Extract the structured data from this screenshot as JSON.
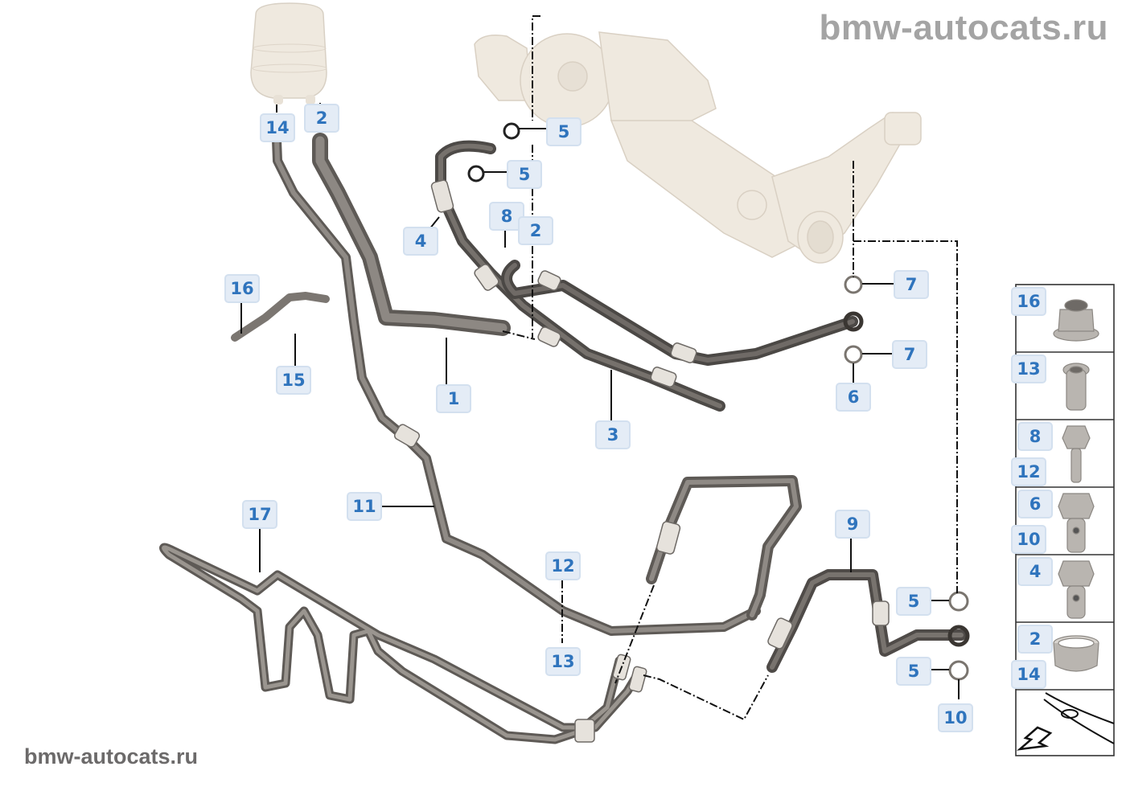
{
  "watermark": {
    "top": "bmw-autocats.ru",
    "bottom": "bmw-autocats.ru"
  },
  "colors": {
    "callout_text": "#2f74bd",
    "callout_bg": "#e4ecf6",
    "hose": "#6f6a66",
    "housing": "#ede6dc",
    "line": "#111111"
  },
  "callouts": {
    "c14_top": "14",
    "c2_top": "2",
    "c5_a": "5",
    "c5_b": "5",
    "c4": "4",
    "c8": "8",
    "c2_mid": "2",
    "c16_left": "16",
    "c15": "15",
    "c1": "1",
    "c3": "3",
    "c7_a": "7",
    "c7_b": "7",
    "c6": "6",
    "c11": "11",
    "c17": "17",
    "c12": "12",
    "c13": "13",
    "c9": "9",
    "c5_c": "5",
    "c5_d": "5",
    "c10": "10"
  },
  "legend": {
    "items": [
      {
        "labels": [
          "16"
        ],
        "icon": "flange-nut-icon"
      },
      {
        "labels": [
          "13"
        ],
        "icon": "rivet-nut-icon"
      },
      {
        "labels": [
          "8",
          "12"
        ],
        "icon": "hex-bolt-icon"
      },
      {
        "labels": [
          "6",
          "10"
        ],
        "icon": "banjo-bolt-icon"
      },
      {
        "labels": [
          "4"
        ],
        "icon": "banjo-bolt-icon"
      },
      {
        "labels": [
          "2",
          "14"
        ],
        "icon": "hose-clamp-icon"
      },
      {
        "labels": [],
        "icon": "vehicle-front-direction-icon"
      }
    ]
  }
}
